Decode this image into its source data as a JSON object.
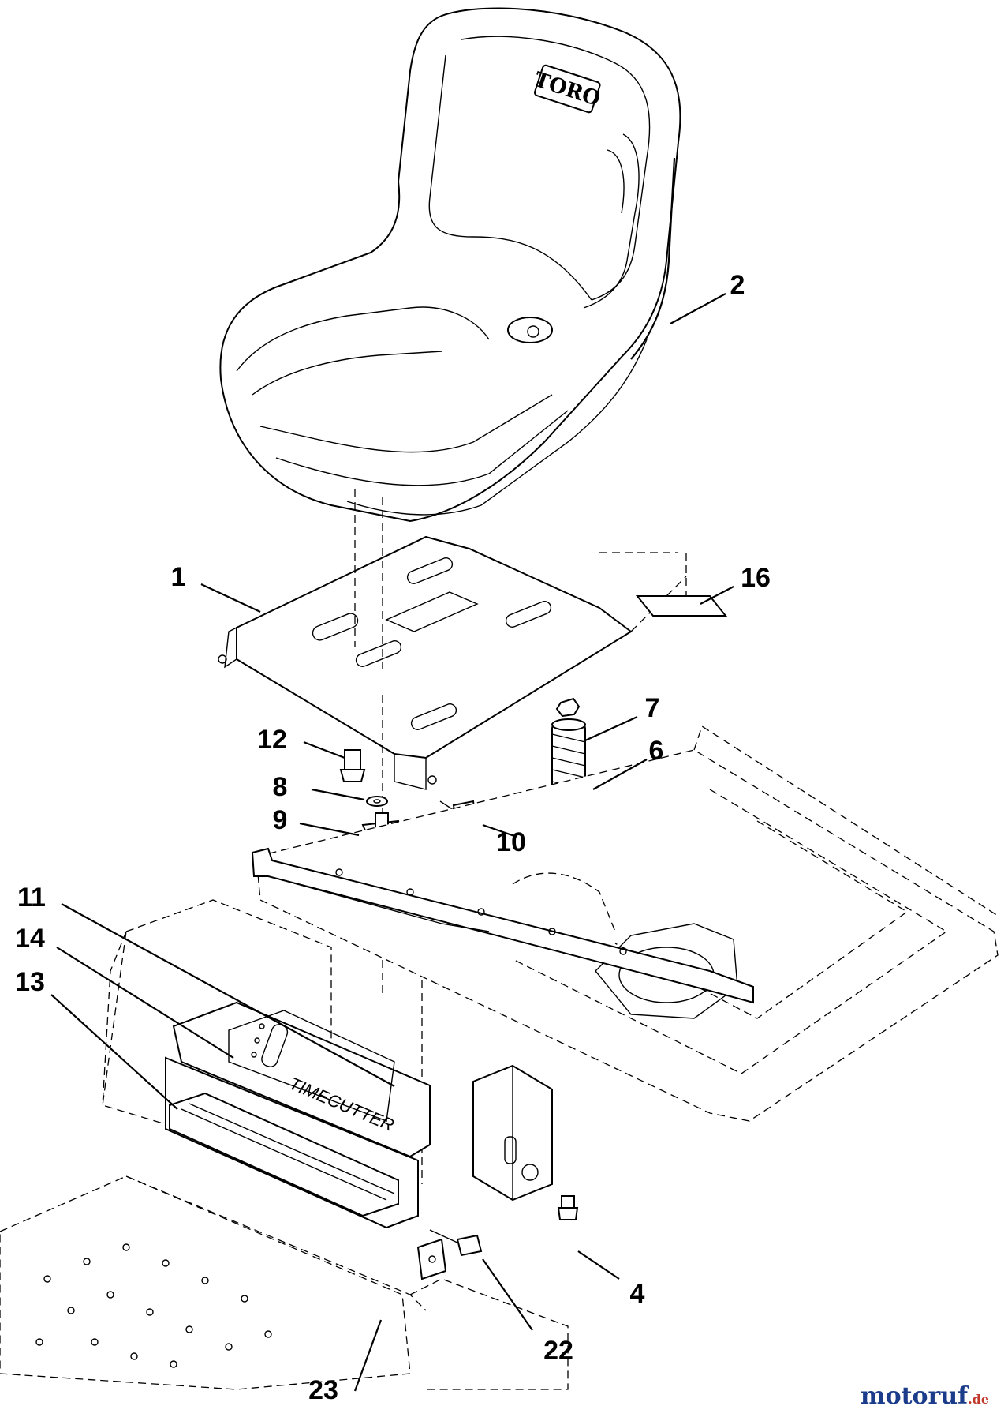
{
  "diagram": {
    "seat_logo": "TORO",
    "console_brand": "TIMECUTTER",
    "callouts": [
      "1",
      "2",
      "4",
      "6",
      "7",
      "8",
      "9",
      "10",
      "11",
      "12",
      "13",
      "14",
      "16",
      "22",
      "23"
    ]
  },
  "watermark": {
    "main": "motoruf",
    "tld": ".de"
  }
}
